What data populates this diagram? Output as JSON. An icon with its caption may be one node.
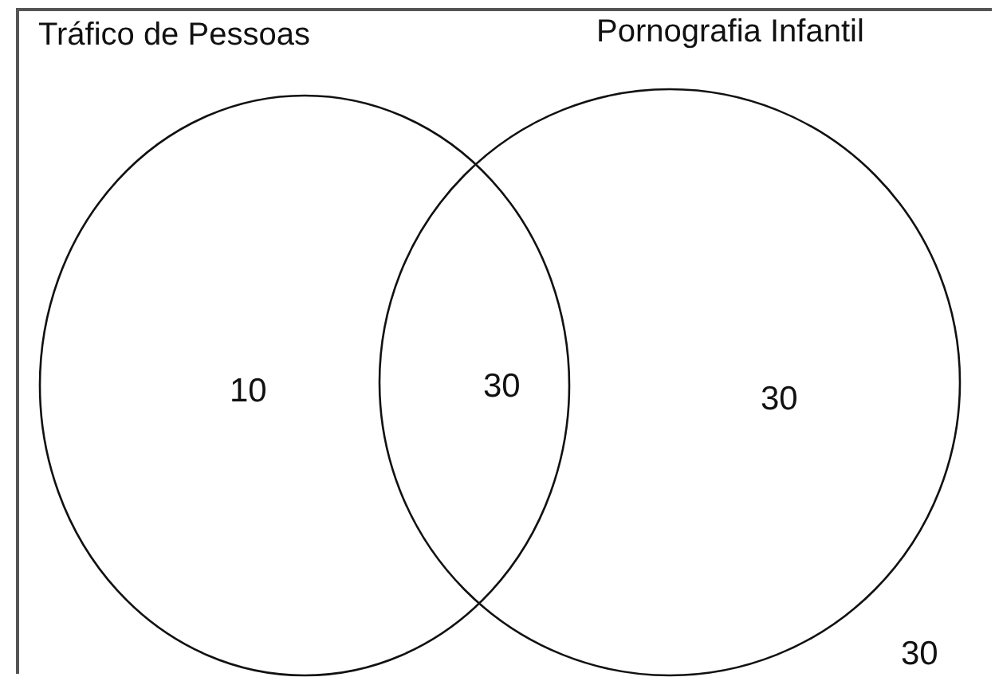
{
  "diagram": {
    "nodes": [
      {
        "text": [
          "30"
        ]
      },
      {
        "text": [
          "Tráfico de Pessoas",
          "10"
        ],
        "in": 0
      },
      {
        "text": [
          "Pornografia Infantil",
          "30"
        ],
        "in": 0
      }
    ],
    "labels": [
      "30"
    ]
  }
}
